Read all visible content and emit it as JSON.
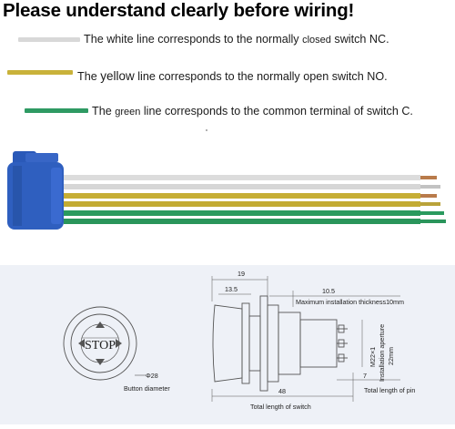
{
  "title": "Please understand clearly before wiring!",
  "legend": {
    "white": {
      "color": "#d8d8d8",
      "text_a": "The white line corresponds to the normally",
      "text_mid": "closed",
      "text_b": "switch NC."
    },
    "yellow": {
      "color": "#c9b23a",
      "text_a": "The",
      "text_mid": "yellow",
      "text_b": "line corresponds to the normally open switch NO."
    },
    "green": {
      "color": "#2e9a63",
      "text_a": "The",
      "text_mid": "green",
      "text_b": "line corresponds to the common terminal of switch C."
    }
  },
  "colors": {
    "connector_blue": "#2f5fbf",
    "panel_bg": "#eef1f7"
  },
  "drawing": {
    "stop_label": "STOP",
    "diameter": "Φ28",
    "button_diameter": "Button diameter",
    "dim_19": "19",
    "dim_13_5": "13.5",
    "dim_10_5": "10.5",
    "max_thickness": "Maximum installation thickness10mm",
    "thread": "M22×1",
    "install_aperture": "Installation aperture",
    "aperture_value": "22mm",
    "dim_48": "48",
    "dim_7": "7",
    "total_switch": "Total length of switch",
    "total_pin": "Total length of pin"
  }
}
